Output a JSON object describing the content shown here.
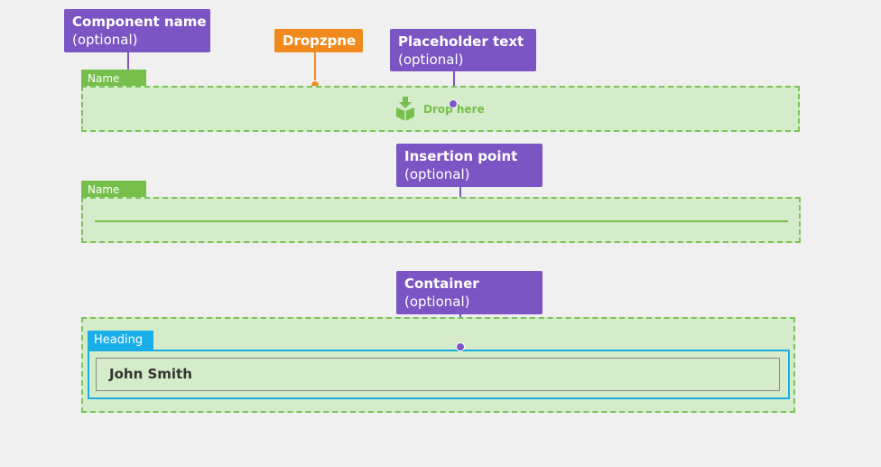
{
  "callouts": {
    "component_name": {
      "title": "Component name",
      "sub": "(optional)"
    },
    "dropzone": {
      "title": "Dropzpne"
    },
    "placeholder_text": {
      "title": "Placeholder text",
      "sub": "(optional)"
    },
    "insertion_point": {
      "title": "Insertion point",
      "sub": "(optional)"
    },
    "container": {
      "title": "Container",
      "sub": "(optional)"
    }
  },
  "dropzone_example": {
    "tag": "Name",
    "icon": "drop-box-icon",
    "placeholder": "Drop here"
  },
  "insertion_example": {
    "tag": "Name"
  },
  "container_example": {
    "tag": "Heading",
    "field_value": "John Smith"
  },
  "colors": {
    "callout": "#7b55c3",
    "callout_dropzone": "#f08a1c",
    "zone_fill": "#d4ecc9",
    "zone_border": "#7cc35b",
    "tag_green": "#76bf4b",
    "tag_blue": "#1aaee8"
  }
}
